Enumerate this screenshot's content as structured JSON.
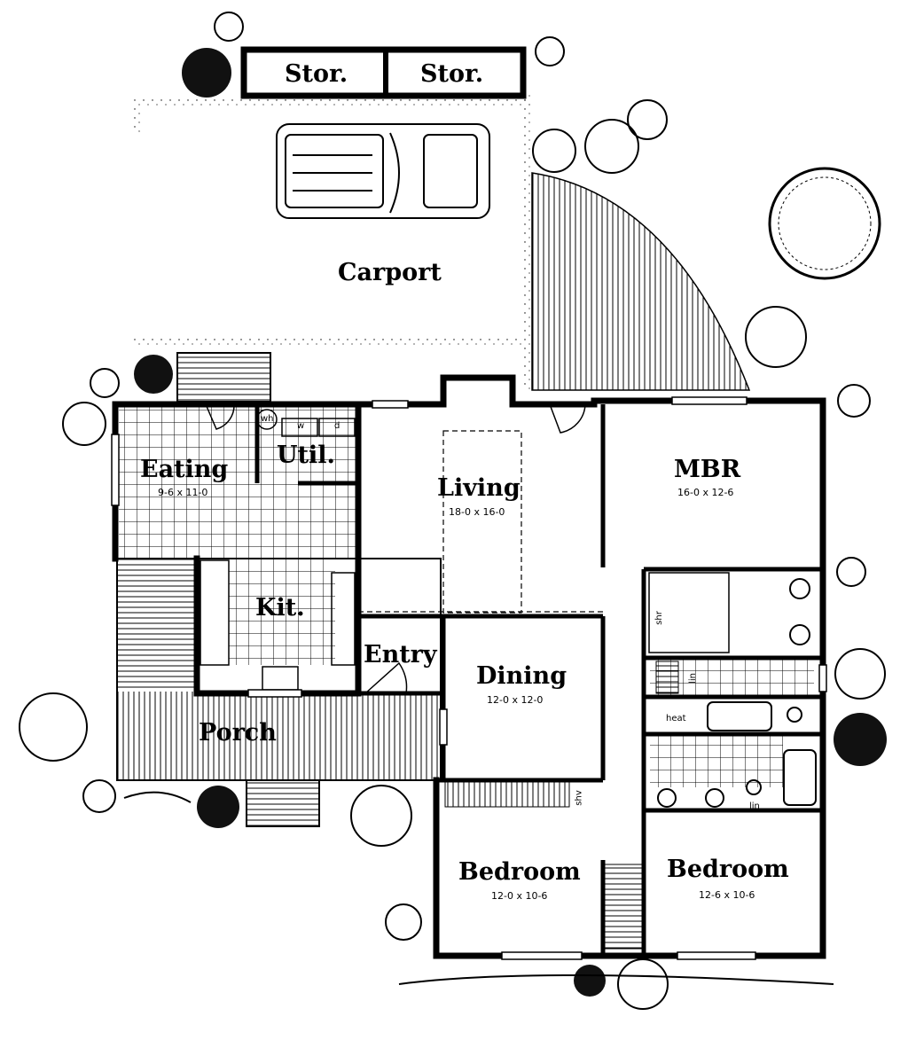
{
  "rooms": {
    "storage_left": "Stor.",
    "storage_right": "Stor.",
    "carport": "Carport",
    "eating": {
      "name": "Eating",
      "size": "9-6 x 11-0"
    },
    "utility": "Util.",
    "living": {
      "name": "Living",
      "size": "18-0 x 16-0"
    },
    "mbr": {
      "name": "MBR",
      "size": "16-0 x 12-6"
    },
    "kitchen": "Kit.",
    "entry": "Entry",
    "dining": {
      "name": "Dining",
      "size": "12-0 x 12-0"
    },
    "porch": "Porch",
    "bedroom_left": {
      "name": "Bedroom",
      "size": "12-0 x 10-6"
    },
    "bedroom_right": {
      "name": "Bedroom",
      "size": "12-6 x 10-6"
    }
  },
  "fixtures": {
    "water_heater": "wh",
    "washer": "w",
    "dryer": "d",
    "shower": "shr",
    "heat": "heat",
    "linen_1": "lin",
    "linen_2": "lin",
    "shelf": "shv"
  }
}
